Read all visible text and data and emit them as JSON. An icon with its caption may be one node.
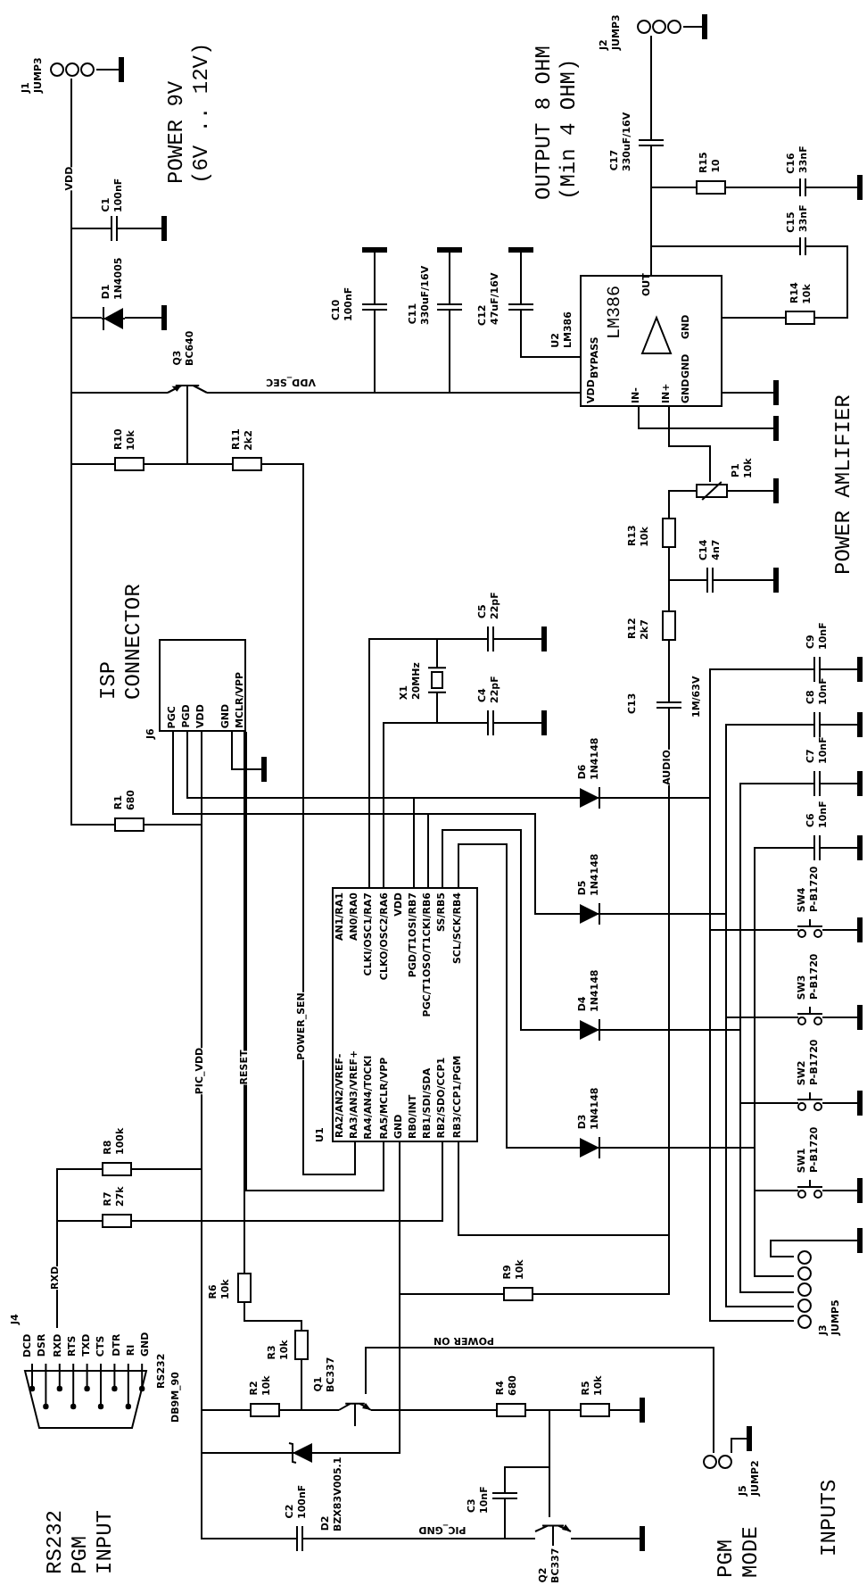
{
  "diagram": {
    "nodes": [
      {
        "text": [
          "J1",
          "JUMP3"
        ]
      },
      {
        "text": [
          "C1",
          "100nF"
        ]
      },
      {
        "text": [
          "D1",
          "1N4005"
        ]
      },
      {
        "text": [
          "Q3",
          "BC640"
        ]
      },
      {
        "text": [
          "R10",
          "10k"
        ]
      },
      {
        "text": [
          "R11",
          "2k2"
        ]
      },
      {
        "text": [
          "C10",
          "100nF"
        ]
      },
      {
        "text": [
          "C11",
          "330uF/16V"
        ]
      },
      {
        "text": [
          "C12",
          "47uF/16V"
        ]
      },
      {
        "text": [
          "U2",
          "LM386",
          "LM386",
          "OUT",
          "GND",
          "BYPASS",
          "GND",
          "VDD",
          "IN-",
          "IN+",
          "GND"
        ]
      },
      {
        "text": [
          "J2",
          "JUMP3"
        ]
      },
      {
        "text": [
          "C17",
          "330uF/16V"
        ]
      },
      {
        "text": [
          "R15",
          "10"
        ]
      },
      {
        "text": [
          "C16",
          "33nF"
        ]
      },
      {
        "text": [
          "C15",
          "33nF"
        ]
      },
      {
        "text": [
          "R14",
          "10k"
        ]
      },
      {
        "text": [
          "P1",
          "10k"
        ]
      },
      {
        "text": [
          "R13",
          "10k"
        ]
      },
      {
        "text": [
          "C14",
          "4n7"
        ]
      },
      {
        "text": [
          "R12",
          "2k7"
        ]
      },
      {
        "text": [
          "C13",
          "1M/63V"
        ]
      },
      {
        "text": [
          "C9",
          "10nF"
        ]
      },
      {
        "text": [
          "C8",
          "10nF"
        ]
      },
      {
        "text": [
          "C7",
          "10nF"
        ]
      },
      {
        "text": [
          "C6",
          "10nF"
        ]
      },
      {
        "text": [
          "J6",
          "ISP CONNECTOR",
          "PGC",
          "PGD",
          "VDD",
          "GND",
          "MCLR/VPP"
        ]
      },
      {
        "text": [
          "X1",
          "20MHz"
        ]
      },
      {
        "text": [
          "C5",
          "22pF"
        ]
      },
      {
        "text": [
          "C4",
          "22pF"
        ]
      },
      {
        "text": [
          "R1",
          "680"
        ]
      },
      {
        "text": [
          "D6",
          "1N4148"
        ]
      },
      {
        "text": [
          "D5",
          "1N4148"
        ]
      },
      {
        "text": [
          "D4",
          "1N4148"
        ]
      },
      {
        "text": [
          "D3",
          "1N4148"
        ]
      },
      {
        "text": [
          "U1",
          "AN1/RA1",
          "AN0/RA0",
          "CLKI/OSC1/RA7",
          "CLKO/OSC2/RA6",
          "VDD",
          "PGD/T1OSI/RB7",
          "PGC/T1OSO/T1CKI/RB6",
          "SS/RB5",
          "SCL/SCK/RB4",
          "RA2/AN2/VREF-",
          "RA3/AN3/VREF+",
          "RA4/AN4/T0CKI",
          "RA5/MCLR/VPP",
          "GND",
          "RB0/INT",
          "RB1/SDI/SDA",
          "RB2/SDO/CCP1",
          "RB3/CCP1/PGM"
        ]
      },
      {
        "text": [
          "SW4",
          "P-B1720"
        ]
      },
      {
        "text": [
          "SW3",
          "P-B1720"
        ]
      },
      {
        "text": [
          "SW2",
          "P-B1720"
        ]
      },
      {
        "text": [
          "SW1",
          "P-B1720"
        ]
      },
      {
        "text": [
          "J3",
          "JUMP5",
          "INPUTS"
        ]
      },
      {
        "text": [
          "R8",
          "100k"
        ]
      },
      {
        "text": [
          "R7",
          "27k"
        ]
      },
      {
        "text": [
          "R6",
          "10k"
        ]
      },
      {
        "text": [
          "R9",
          "10k"
        ]
      },
      {
        "text": [
          "J4",
          "DCD",
          "DSR",
          "RXD",
          "RTS",
          "TXD",
          "CTS",
          "DTR",
          "RI",
          "GND",
          "RS232",
          "DB9M_90",
          "RS232 PGM INPUT"
        ]
      },
      {
        "text": [
          "R3",
          "10k"
        ]
      },
      {
        "text": [
          "R2",
          "10k"
        ]
      },
      {
        "text": [
          "Q1",
          "BC337"
        ]
      },
      {
        "text": [
          "R4",
          "680"
        ]
      },
      {
        "text": [
          "R5",
          "10k"
        ]
      },
      {
        "text": [
          "D2",
          "BZX83V005.1"
        ]
      },
      {
        "text": [
          "C2",
          "100nF"
        ]
      },
      {
        "text": [
          "C3",
          "10nF"
        ]
      },
      {
        "text": [
          "Q2",
          "BC337"
        ]
      },
      {
        "text": [
          "J5",
          "JUMP2",
          "PGM MODE"
        ]
      }
    ],
    "edges": [
      {
        "from": 0,
        "to": 1,
        "arrow": "none",
        "label": "VDD"
      },
      {
        "from": 1,
        "to": 2,
        "arrow": "none"
      },
      {
        "from": 2,
        "to": 3,
        "arrow": "none"
      },
      {
        "from": 3,
        "to": 4,
        "arrow": "none"
      },
      {
        "from": 4,
        "to": 5,
        "arrow": "none"
      },
      {
        "from": 3,
        "to": 5,
        "arrow": "none"
      },
      {
        "from": 4,
        "to": 29,
        "arrow": "none"
      },
      {
        "from": 3,
        "to": 6,
        "arrow": "none",
        "label": "VDD_SEC"
      },
      {
        "from": 6,
        "to": 7,
        "arrow": "none"
      },
      {
        "from": 7,
        "to": 9,
        "arrow": "none"
      },
      {
        "from": 8,
        "to": 9,
        "arrow": "none"
      },
      {
        "from": 9,
        "to": 14,
        "arrow": "none"
      },
      {
        "from": 11,
        "to": 14,
        "arrow": "none"
      },
      {
        "from": 11,
        "to": 12,
        "arrow": "none"
      },
      {
        "from": 10,
        "to": 11,
        "arrow": "none"
      },
      {
        "from": 12,
        "to": 13,
        "arrow": "none"
      },
      {
        "from": 14,
        "to": 15,
        "arrow": "none"
      },
      {
        "from": 15,
        "to": 9,
        "arrow": "none"
      },
      {
        "from": 9,
        "to": 16,
        "arrow": "none"
      },
      {
        "from": 16,
        "to": 17,
        "arrow": "none"
      },
      {
        "from": 17,
        "to": 18,
        "arrow": "none"
      },
      {
        "from": 17,
        "to": 19,
        "arrow": "none"
      },
      {
        "from": 19,
        "to": 20,
        "arrow": "none"
      },
      {
        "from": 20,
        "to": 34,
        "arrow": "none",
        "label": "AUDIO"
      },
      {
        "from": 20,
        "to": 43,
        "arrow": "none"
      },
      {
        "from": 25,
        "to": 34,
        "arrow": "none"
      },
      {
        "from": 25,
        "to": 34,
        "arrow": "none"
      },
      {
        "from": 29,
        "to": 25,
        "arrow": "none"
      },
      {
        "from": 25,
        "to": 40,
        "arrow": "none",
        "label": "PIC_VDD"
      },
      {
        "from": 25,
        "to": 34,
        "arrow": "none",
        "label": "RESET"
      },
      {
        "from": 5,
        "to": 34,
        "arrow": "none",
        "label": "POWER_SEN"
      },
      {
        "from": 26,
        "to": 34,
        "arrow": "none"
      },
      {
        "from": 26,
        "to": 34,
        "arrow": "none"
      },
      {
        "from": 26,
        "to": 27,
        "arrow": "none"
      },
      {
        "from": 26,
        "to": 28,
        "arrow": "none"
      },
      {
        "from": 30,
        "to": 34,
        "arrow": "none"
      },
      {
        "from": 31,
        "to": 34,
        "arrow": "none"
      },
      {
        "from": 32,
        "to": 34,
        "arrow": "none"
      },
      {
        "from": 33,
        "to": 34,
        "arrow": "none"
      },
      {
        "from": 21,
        "to": 35,
        "arrow": "none"
      },
      {
        "from": 30,
        "to": 35,
        "arrow": "none"
      },
      {
        "from": 35,
        "to": 39,
        "arrow": "none"
      },
      {
        "from": 22,
        "to": 36,
        "arrow": "none"
      },
      {
        "from": 31,
        "to": 36,
        "arrow": "none"
      },
      {
        "from": 36,
        "to": 39,
        "arrow": "none"
      },
      {
        "from": 23,
        "to": 37,
        "arrow": "none"
      },
      {
        "from": 32,
        "to": 37,
        "arrow": "none"
      },
      {
        "from": 37,
        "to": 39,
        "arrow": "none"
      },
      {
        "from": 24,
        "to": 38,
        "arrow": "none"
      },
      {
        "from": 33,
        "to": 38,
        "arrow": "none"
      },
      {
        "from": 38,
        "to": 39,
        "arrow": "none"
      },
      {
        "from": 41,
        "to": 40,
        "arrow": "none"
      },
      {
        "from": 41,
        "to": 44,
        "arrow": "none",
        "label": "RXD"
      },
      {
        "from": 41,
        "to": 34,
        "arrow": "none"
      },
      {
        "from": 25,
        "to": 42,
        "arrow": "none"
      },
      {
        "from": 42,
        "to": 45,
        "arrow": "none"
      },
      {
        "from": 40,
        "to": 46,
        "arrow": "none"
      },
      {
        "from": 46,
        "to": 47,
        "arrow": "none"
      },
      {
        "from": 45,
        "to": 47,
        "arrow": "none"
      },
      {
        "from": 47,
        "to": 54,
        "arrow": "none",
        "label": "POWER ON"
      },
      {
        "from": 47,
        "to": 48,
        "arrow": "none"
      },
      {
        "from": 48,
        "to": 49,
        "arrow": "none"
      },
      {
        "from": 48,
        "to": 53,
        "arrow": "none"
      },
      {
        "from": 48,
        "to": 52,
        "arrow": "none"
      },
      {
        "from": 52,
        "to": 53,
        "arrow": "none"
      },
      {
        "from": 51,
        "to": 53,
        "arrow": "none",
        "label": "PIC_GND"
      },
      {
        "from": 50,
        "to": 43,
        "arrow": "none"
      },
      {
        "from": 43,
        "to": 34,
        "arrow": "none"
      },
      {
        "from": 50,
        "to": 51,
        "arrow": "none"
      },
      {
        "from": 46,
        "to": 50,
        "arrow": "none"
      }
    ],
    "labels": [
      "POWER 9V (6V .. 12V)",
      "OUTPUT 8 OHM (Min 4 OHM)",
      "POWER AMLIFIER"
    ]
  }
}
